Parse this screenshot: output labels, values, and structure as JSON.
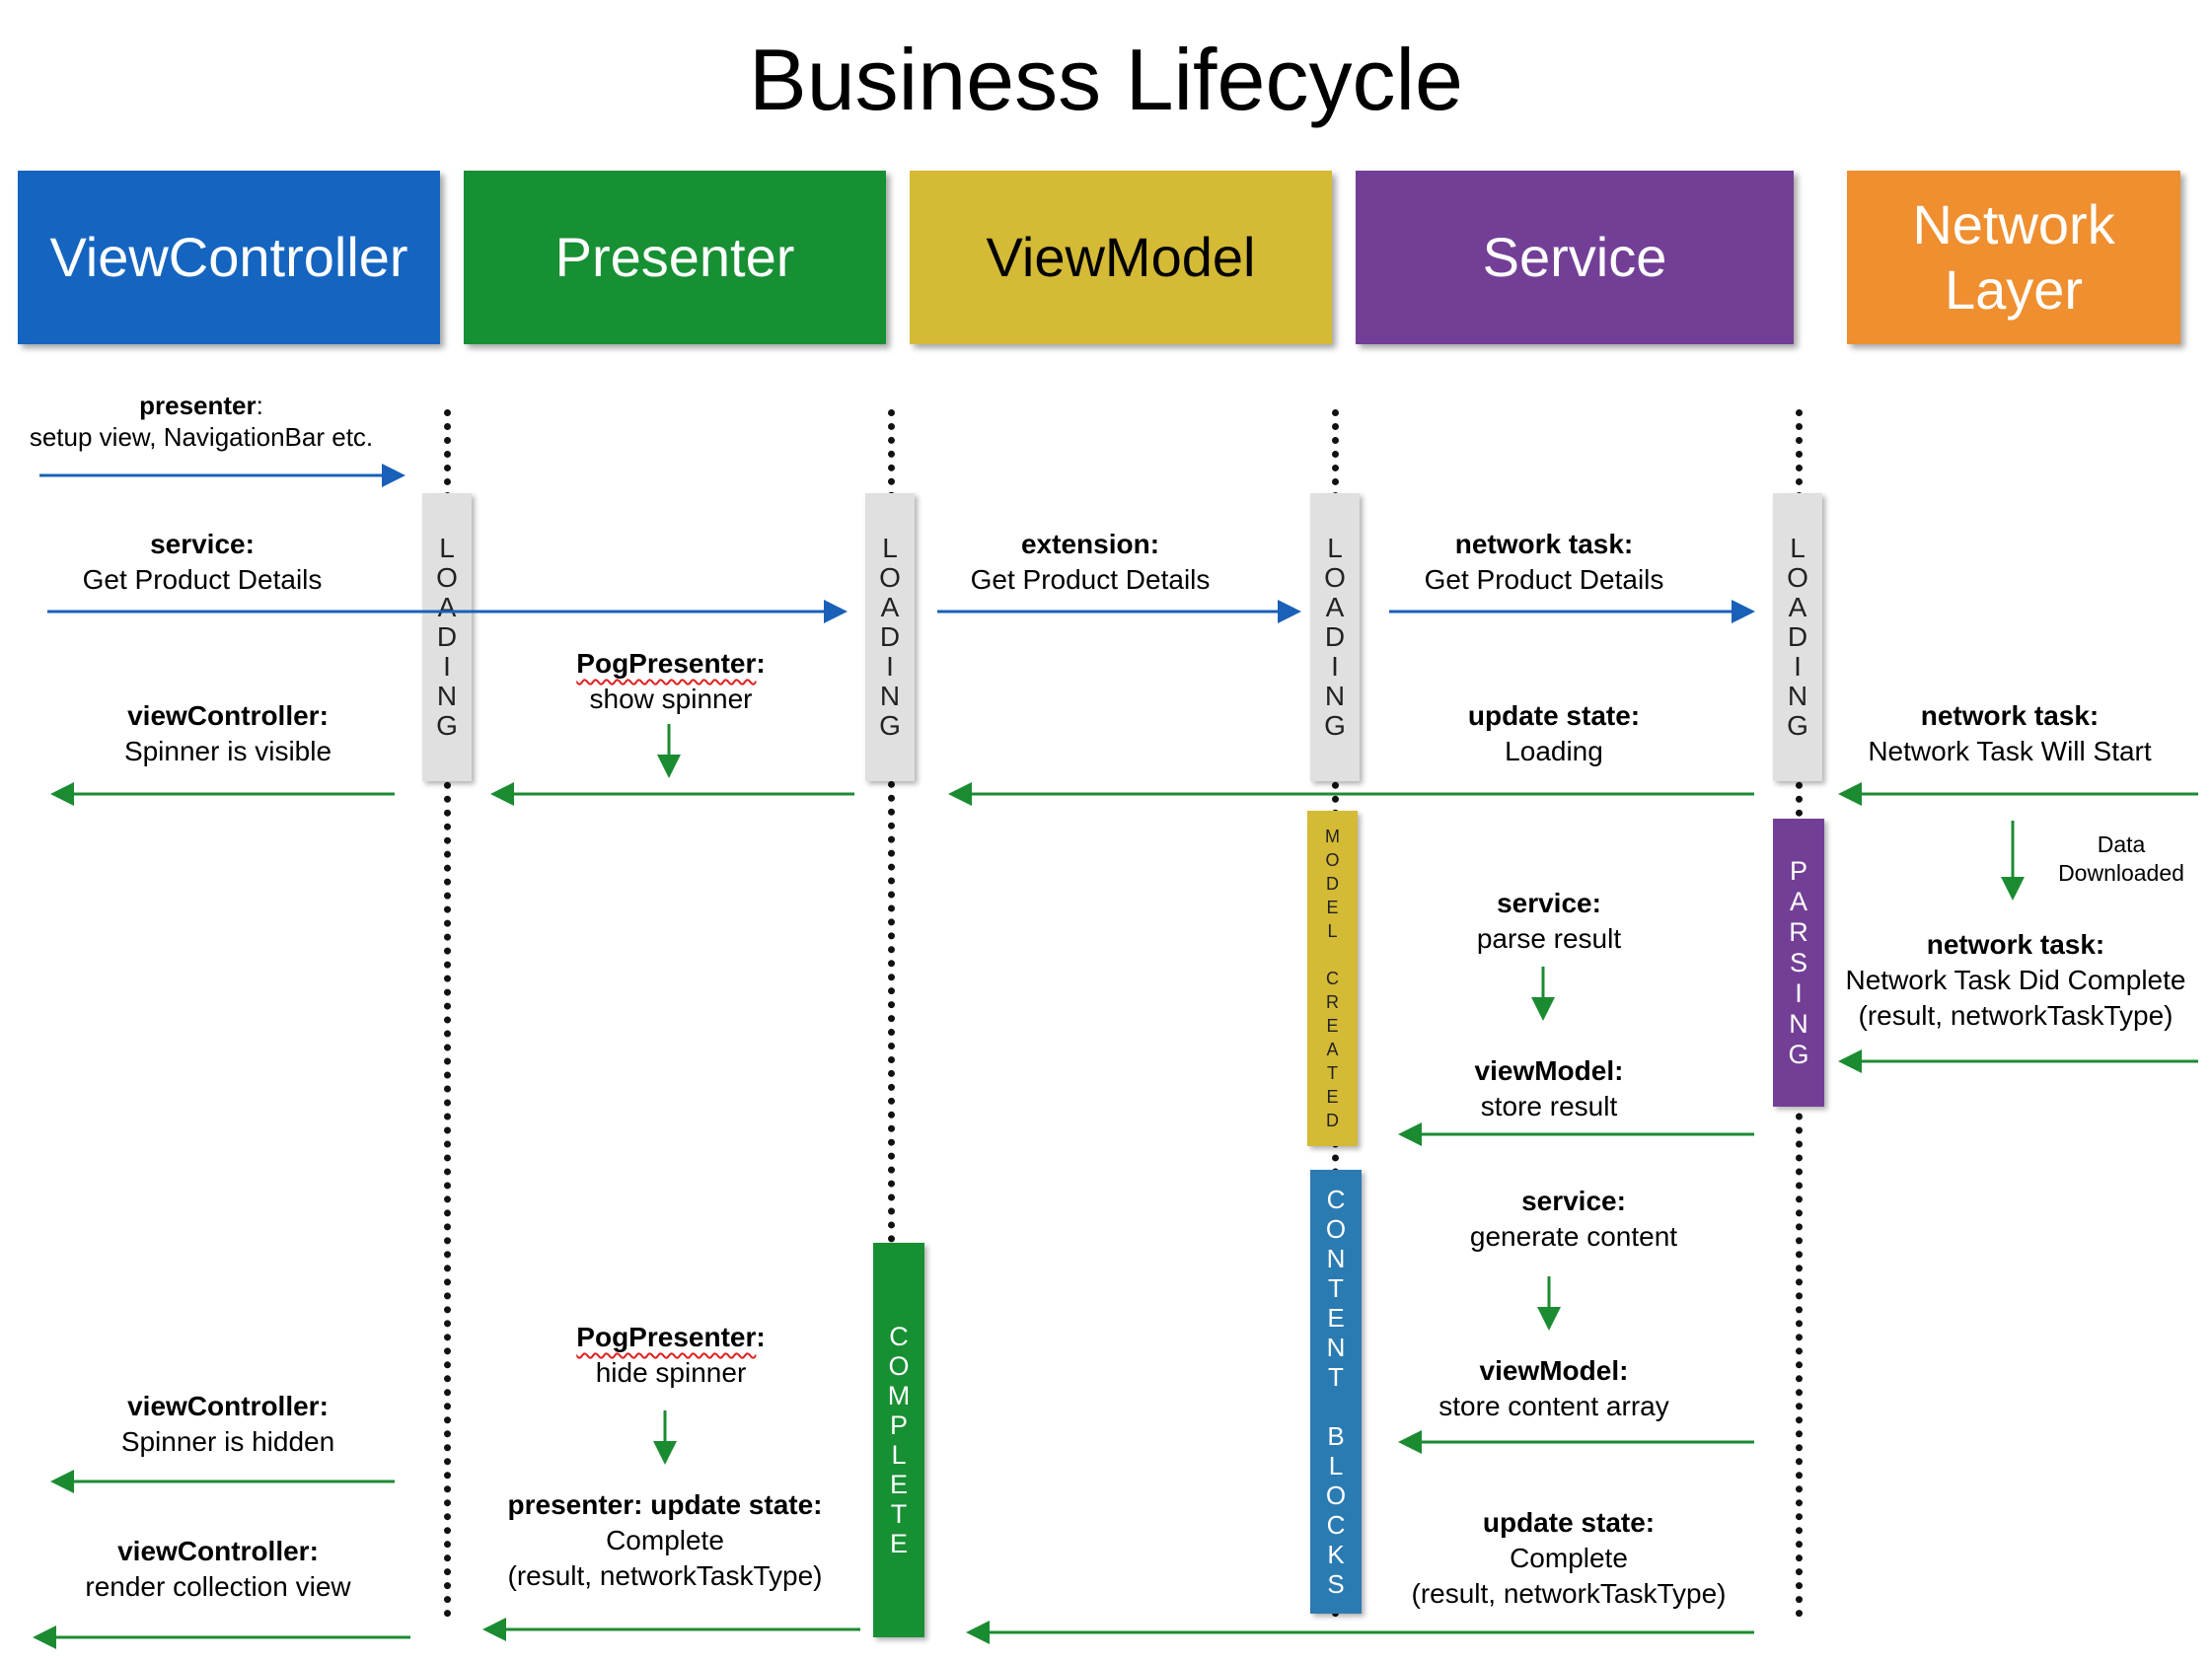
{
  "title": "Business Lifecycle",
  "colors": {
    "view_controller": "#1565c0",
    "presenter": "#178f33",
    "view_model": "#d4ba35",
    "service": "#733f96",
    "network_layer": "#ef8f2f",
    "loading_bar": "#e0e0e0",
    "content_blocks_bar": "#2b7bb3",
    "arrow_blue": "#1a60b8",
    "arrow_green": "#1b8b32"
  },
  "headers": [
    {
      "label": "ViewController"
    },
    {
      "label": "Presenter"
    },
    {
      "label": "ViewModel"
    },
    {
      "label": "Service"
    },
    {
      "label": "Network Layer"
    }
  ],
  "bars": {
    "loading": "LOADING",
    "model_created": "MODEL CREATED",
    "content_blocks": "CONTENT BLOCKS",
    "parsing": "PARSING",
    "complete": "COMPLETE"
  },
  "notes": {
    "presenter_setup": {
      "bold": "presenter",
      "rest": ":",
      "line2": "setup view, NavigationBar etc."
    },
    "service_get": {
      "bold": "service:",
      "line2": "Get Product Details"
    },
    "extension_get": {
      "bold": "extension:",
      "line2": "Get Product Details"
    },
    "network_task_get": {
      "bold": "network task:",
      "line2": "Get Product Details"
    },
    "pog_show": {
      "bold": "PogPresenter",
      "rest": ":",
      "line2": "show spinner"
    },
    "vc_spinner_visible": {
      "bold": "viewController:",
      "line2": "Spinner is visible"
    },
    "update_state_loading": {
      "bold": "update state:",
      "line2": "Loading"
    },
    "nt_will_start": {
      "bold": "network task:",
      "line2": "Network Task Will Start"
    },
    "data_downloaded": {
      "line1": "Data",
      "line2": "Downloaded"
    },
    "service_parse": {
      "bold": "service:",
      "line2": "parse result"
    },
    "nt_did_complete": {
      "bold": "network task:",
      "line2": "Network Task Did Complete",
      "line3": "(result, networkTaskType)"
    },
    "vm_store_result": {
      "bold": "viewModel:",
      "line2": "store result"
    },
    "service_generate": {
      "bold": "service:",
      "line2": "generate content"
    },
    "vm_store_content": {
      "bold": "viewModel:",
      "line2": "store content array"
    },
    "pog_hide": {
      "bold": "PogPresenter",
      "rest": ":",
      "line2": "hide spinner"
    },
    "vc_spinner_hidden": {
      "bold": "viewController:",
      "line2": "Spinner is hidden"
    },
    "presenter_update_complete": {
      "bold": "presenter: update state:",
      "line2": "Complete",
      "line3": "(result, networkTaskType)"
    },
    "update_state_complete": {
      "bold": "update state:",
      "line2": "Complete",
      "line3": "(result, networkTaskType)"
    },
    "vc_render": {
      "bold": "viewController:",
      "line2": "render collection view"
    }
  }
}
